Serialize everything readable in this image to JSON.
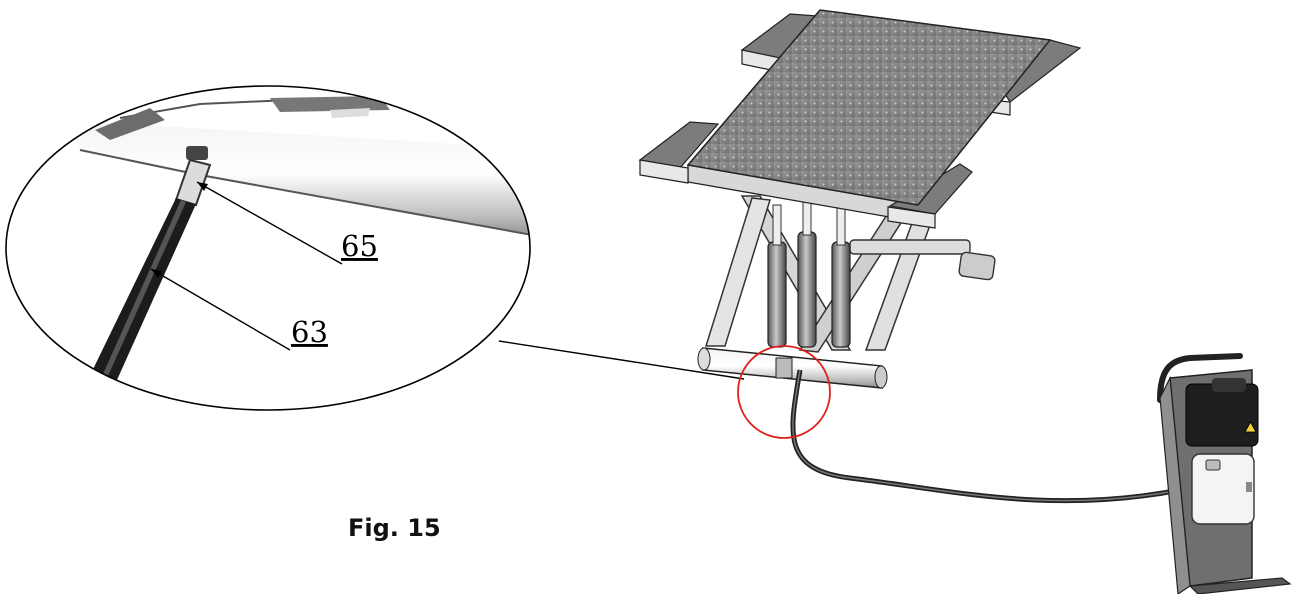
{
  "figure": {
    "caption": "Fig. 15",
    "callouts": [
      "65",
      "63"
    ],
    "highlight_color": "#e0201b"
  },
  "parts": {
    "icons": [
      "scissor-lift-icon",
      "hydraulic-power-unit-icon",
      "magnifier-detail-icon"
    ]
  }
}
